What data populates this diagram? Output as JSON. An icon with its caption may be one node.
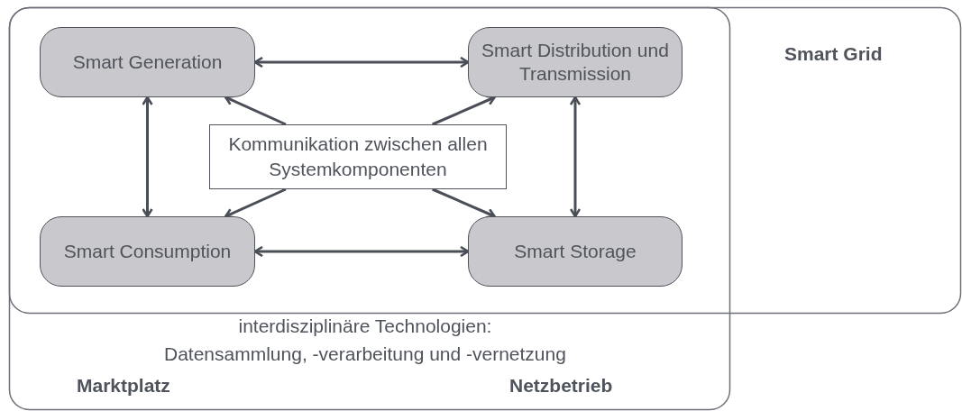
{
  "diagram": {
    "nodes": [
      {
        "text": [
          "Smart Generation"
        ]
      },
      {
        "text": [
          "Smart Distribution und Transmission"
        ]
      },
      {
        "text": [
          "Kommunikation zwischen allen Systemkomponenten"
        ]
      },
      {
        "text": [
          "Smart Consumption"
        ]
      },
      {
        "text": [
          "Smart Storage"
        ]
      }
    ],
    "edges": [
      {
        "from": 0,
        "to": 1,
        "arrow": "both"
      },
      {
        "from": 2,
        "to": 0,
        "arrow": "to"
      },
      {
        "from": 2,
        "to": 1,
        "arrow": "to"
      },
      {
        "from": 0,
        "to": 3,
        "arrow": "both"
      },
      {
        "from": 1,
        "to": 4,
        "arrow": "both"
      },
      {
        "from": 2,
        "to": 3,
        "arrow": "to"
      },
      {
        "from": 2,
        "to": 4,
        "arrow": "to"
      },
      {
        "from": 3,
        "to": 4,
        "arrow": "both"
      }
    ],
    "labels": [
      "Smart Grid",
      "interdisziplinäre Technologien:",
      "Datensammlung, -verarbeitung und -vernetzung",
      "Marktplatz",
      "Netzbetrieb"
    ]
  }
}
